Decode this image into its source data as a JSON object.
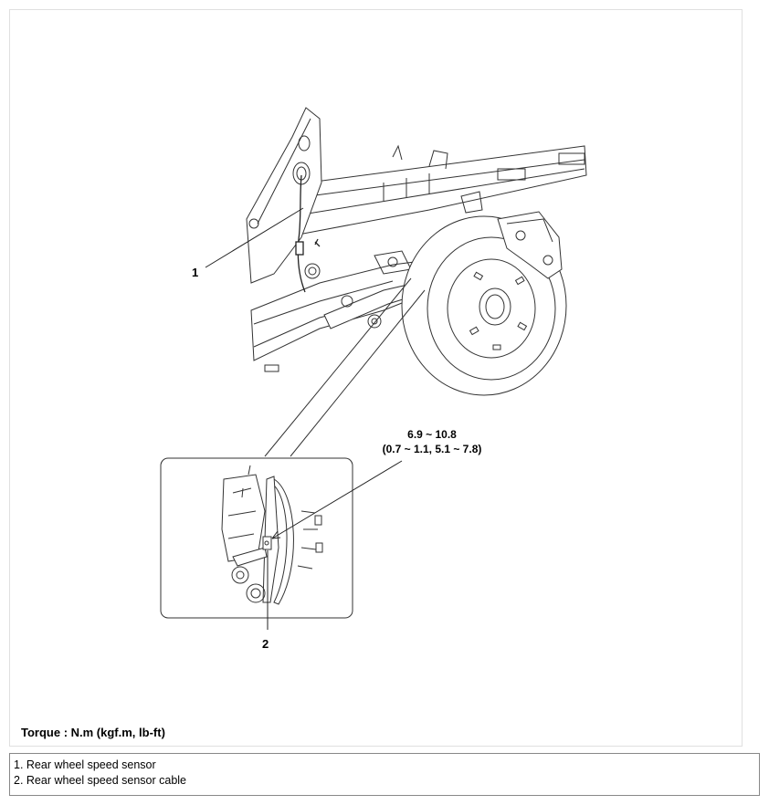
{
  "figure": {
    "callouts": [
      {
        "id": "callout-1",
        "number": "1"
      },
      {
        "id": "callout-2",
        "number": "2"
      }
    ],
    "torque_spec": {
      "line1": "6.9 ~ 10.8",
      "line2": "(0.7 ~ 1.1, 5.1 ~ 7.8)"
    },
    "torque_unit_label": "Torque : N.m (kgf.m, lb-ft)"
  },
  "legend": {
    "items": [
      "1. Rear wheel speed sensor",
      "2. Rear wheel speed sensor cable"
    ]
  }
}
